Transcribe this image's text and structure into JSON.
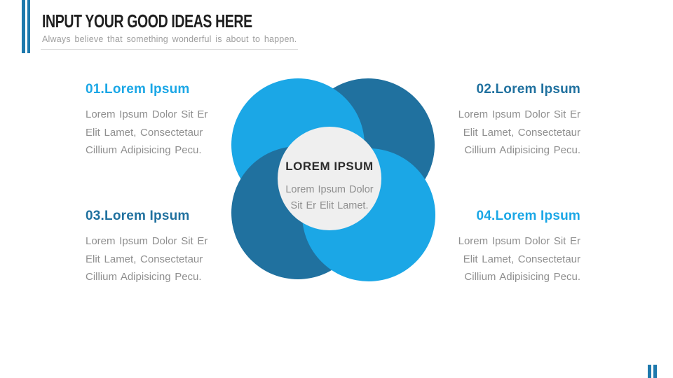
{
  "header": {
    "title": "INPUT YOUR GOOD IDEAS HERE",
    "subtitle": "Always believe that something wonderful is about to happen."
  },
  "blocks": [
    {
      "heading": "01.Lorem Ipsum",
      "lines": [
        "Lorem Ipsum Dolor Sit Er",
        "Elit Lamet, Consectetaur",
        "Cillium Adipisicing Pecu."
      ]
    },
    {
      "heading": "02.Lorem Ipsum",
      "lines": [
        "Lorem Ipsum Dolor Sit Er",
        "Elit Lamet, Consectetaur",
        "Cillium Adipisicing Pecu."
      ]
    },
    {
      "heading": "03.Lorem Ipsum",
      "lines": [
        "Lorem Ipsum Dolor Sit Er",
        "Elit Lamet, Consectetaur",
        "Cillium Adipisicing Pecu."
      ]
    },
    {
      "heading": "04.Lorem Ipsum",
      "lines": [
        "Lorem Ipsum Dolor Sit Er",
        "Elit Lamet, Consectetaur",
        "Cillium Adipisicing Pecu."
      ]
    }
  ],
  "center_circle": {
    "heading": "LOREM IPSUM",
    "lines": [
      "Lorem Ipsum Dolor",
      "Sit Er Elit Lamet."
    ]
  },
  "diagram": {
    "circle_tones": {
      "top_left": "light",
      "top_right": "dark",
      "bottom_left": "dark",
      "bottom_right": "light"
    }
  },
  "colors": {
    "accent_light": "#1ba7e6",
    "accent_dark": "#20719f",
    "bar_blue": "#1e79ad",
    "title_color": "#1f1f1f",
    "subtitle_gray": "#9e9e9e",
    "body_gray": "#8f8f8f",
    "center_fill": "#efefef",
    "center_heading": "#2c2c2c",
    "divider": "#dadada"
  }
}
